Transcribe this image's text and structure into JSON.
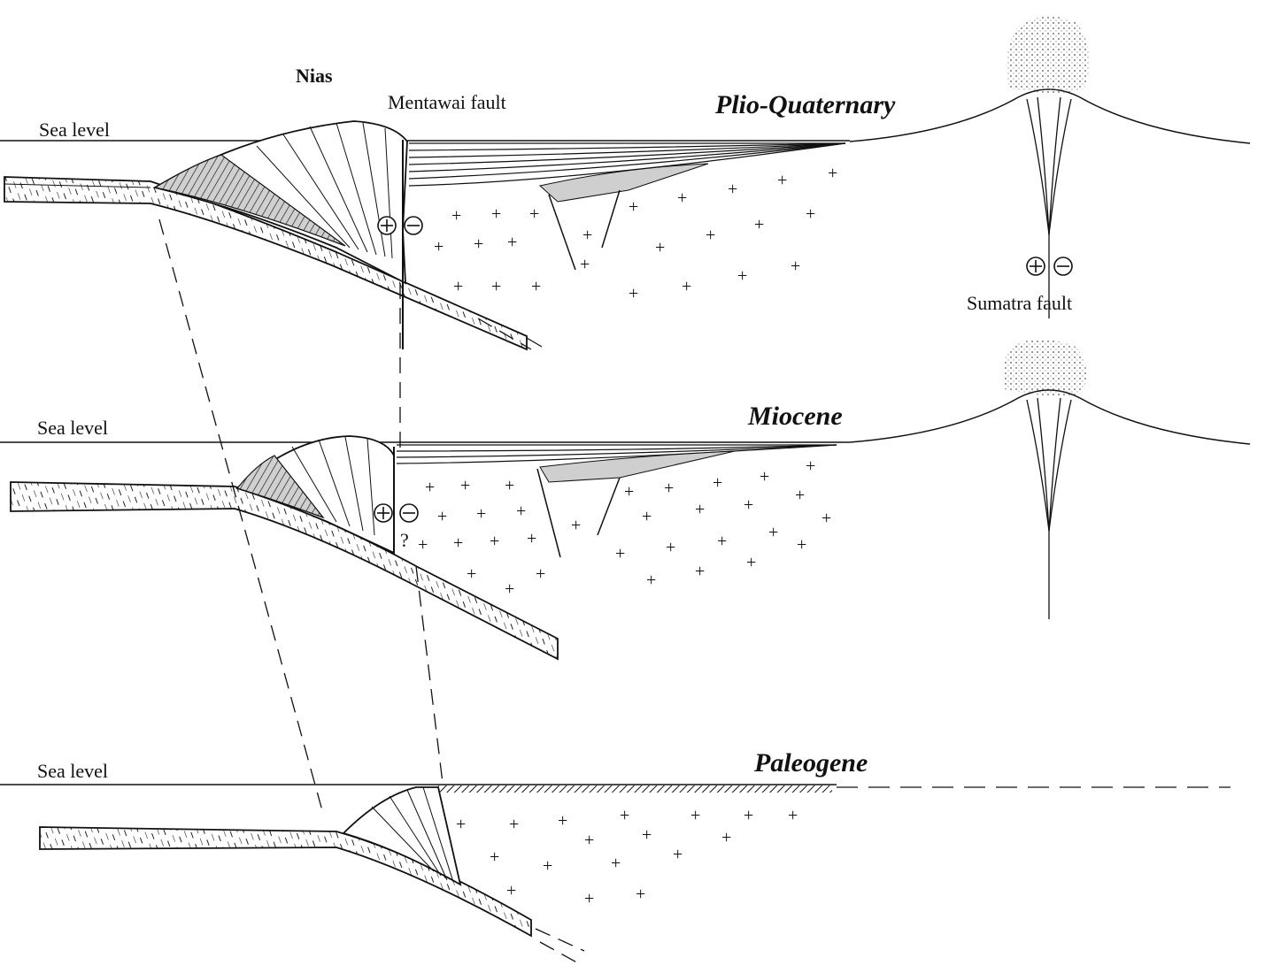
{
  "title": "",
  "labels": {
    "island": "Nias",
    "mentawai_fault": "Mentawai fault",
    "sumatra_fault": "Sumatra fault",
    "question_mark": "?"
  },
  "panels": [
    {
      "id": "plio-quaternary",
      "epoch": "Plio-Quaternary",
      "sea_level_label": "Sea level"
    },
    {
      "id": "miocene",
      "epoch": "Miocene",
      "sea_level_label": "Sea level"
    },
    {
      "id": "paleogene",
      "epoch": "Paleogene",
      "sea_level_label": "Sea level"
    }
  ],
  "symbols": {
    "plus_circle": "⊕",
    "minus_circle": "⊖",
    "continental_crust": "+"
  },
  "colors": {
    "ink": "#111111",
    "shading": "#c8c8c8",
    "background": "#ffffff"
  }
}
